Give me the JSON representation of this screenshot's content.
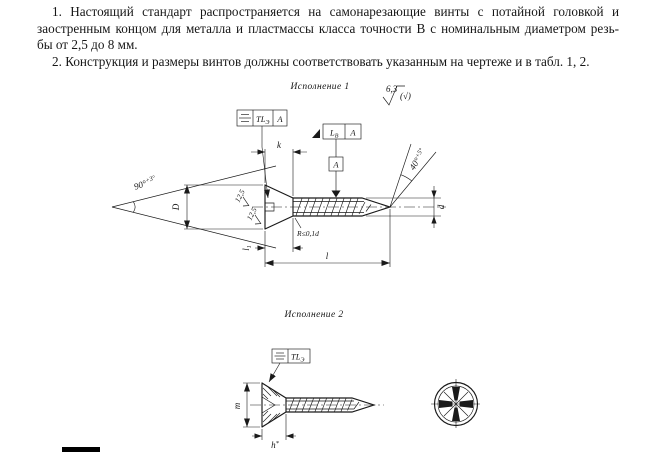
{
  "colors": {
    "ink": "#1a1a1a",
    "paper": "#ffffff"
  },
  "text": {
    "p1_line1": "1.  Настоящий стандарт распространяется на самонарезающие винты с потайной головкой и",
    "p1_line2": "заостренным концом для металла и пластмассы класса точности В с номинальным диаметром резь-",
    "p1_line3": "бы от 2,5 до 8 мм.",
    "p2": "2.  Конструкция и размеры винтов должны соответствовать указанным на чертеже и в табл. 1, 2."
  },
  "drawing1": {
    "title": "Исполнение 1",
    "roughness": {
      "value": "6,3",
      "all": "(√)"
    },
    "frame_slot": {
      "value": "TL",
      "sub": "Э",
      "datum": "А"
    },
    "frame_angle": {
      "value": "L",
      "sub": "В",
      "datum": "А"
    },
    "datum_label": "А",
    "dim_k": "k",
    "dim_D": "D",
    "angle_head_base": "90°",
    "angle_head_sup": "+3°",
    "angle_tip_base": "40°",
    "angle_tip_sup": "+5°",
    "rough_face1": "12,5",
    "rough_face2": "12,5",
    "radius_note": "R≤0,1d",
    "dim_d": "d",
    "dim_l": "l",
    "dim_l1_base": "l",
    "dim_l1_sub": "1"
  },
  "drawing2": {
    "title": "Исполнение 2",
    "frame_slot": {
      "value": "TL",
      "sub": "Э"
    },
    "dim_m": "m",
    "dim_h_base": "h",
    "dim_h_sup": "*"
  }
}
